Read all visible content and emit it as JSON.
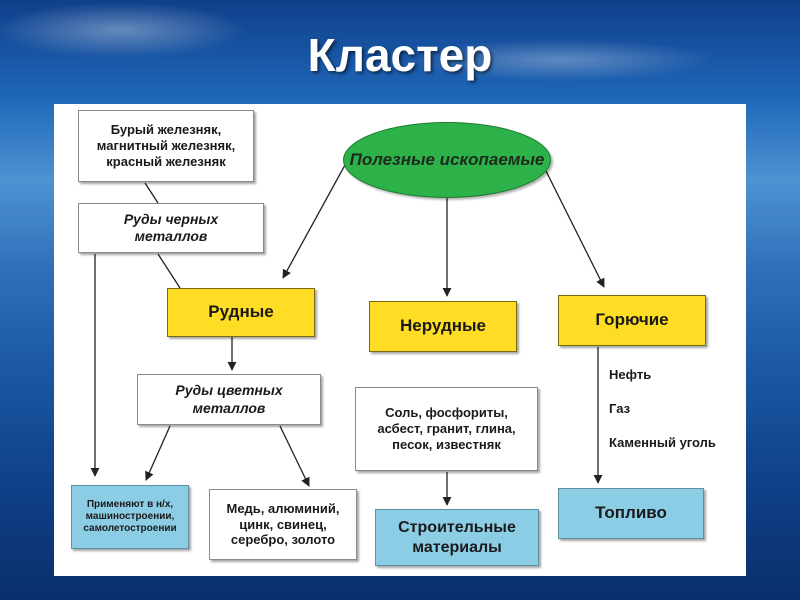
{
  "title": "Кластер",
  "center": "Полезные ископаемые",
  "categories": {
    "ore": "Рудные",
    "nonore": "Нерудные",
    "fuel": "Горючие"
  },
  "ore_branch": {
    "iron_examples": "Бурый железняк, магнитный железняк, красный железняк",
    "ferrous_ores": "Руды черных металлов",
    "nonferrous_ores": "Руды цветных металлов",
    "usage": "Применяют в н/х, машиностроении, самолетостроении",
    "nonferrous_examples": "Медь, алюминий, цинк, свинец, серебро, золото"
  },
  "nonore_branch": {
    "examples": "Соль, фосфориты, асбест, гранит, глина, песок, известняк",
    "result": "Строительные материалы"
  },
  "fuel_branch": {
    "items": [
      "Нефть",
      "Газ",
      "Каменный уголь"
    ],
    "result": "Топливо"
  }
}
